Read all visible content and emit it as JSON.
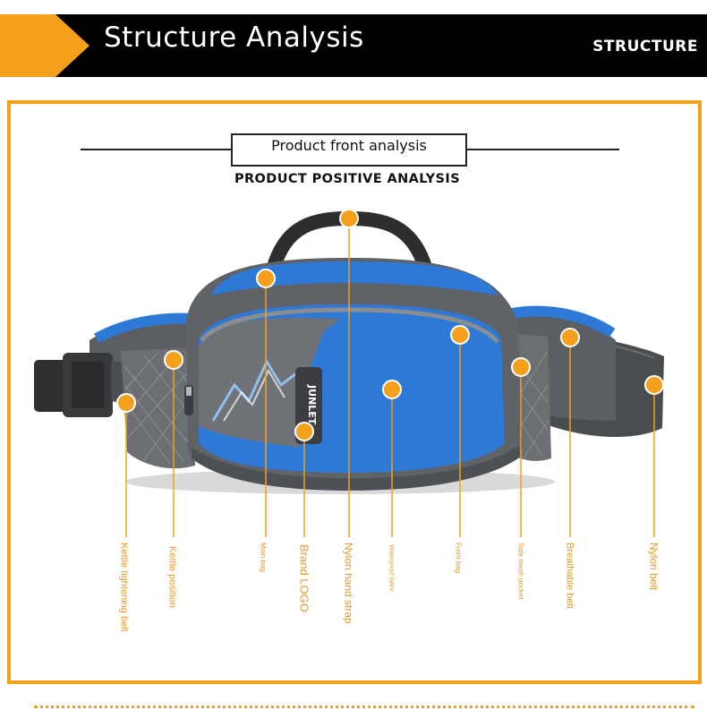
{
  "header": {
    "title": "Structure Analysis",
    "tag": "STRUCTURE"
  },
  "section": {
    "title": "Product front analysis",
    "subtitle": "PRODUCT POSITIVE ANALYSIS"
  },
  "callouts": [
    {
      "id": "kettle-tightening-belt",
      "label": "Kettle tightening belt"
    },
    {
      "id": "kettle-position",
      "label": "Kettle position"
    },
    {
      "id": "main-bag",
      "label": "Main bag"
    },
    {
      "id": "brand-logo",
      "label": "Brand LOGO"
    },
    {
      "id": "nylon-hand-strap",
      "label": "Nylon hand strap"
    },
    {
      "id": "waterproof-fabric",
      "label": "Waterproof fabric"
    },
    {
      "id": "front-bag",
      "label": "Front bag"
    },
    {
      "id": "side-mesh-pocket",
      "label": "Side mesh pocket"
    },
    {
      "id": "breathable-belt",
      "label": "Breathable belt"
    },
    {
      "id": "nylon-belt",
      "label": "Nylon belt"
    }
  ],
  "product": {
    "brand_mark": "JUNLET"
  },
  "colors": {
    "accent": "#F4A01C",
    "header_bg": "#000000",
    "bag_blue": "#2E78D6",
    "bag_grey": "#5F6266"
  }
}
